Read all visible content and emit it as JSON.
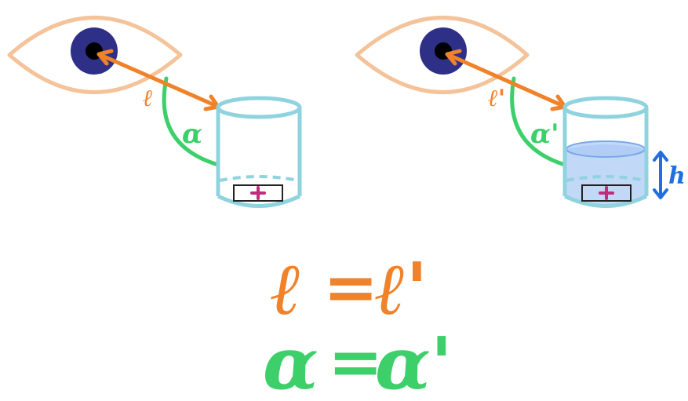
{
  "colors": {
    "eye_outline": "#f4c39a",
    "iris": "#2e2f86",
    "pupil": "#000000",
    "sight_line": "#f0822a",
    "angle_arc": "#3dcf6a",
    "cup_outline": "#8fd3df",
    "water": "#8fb8f0",
    "coin_box": "#222222",
    "coin_cross": "#c7297a",
    "height_marker": "#1f6fe0",
    "equation_l": "#f0822a",
    "equation_alpha": "#3dcf6a"
  },
  "left_setup": {
    "distance_label": "ℓ",
    "angle_label": "α"
  },
  "right_setup": {
    "distance_label": "ℓ'",
    "angle_label": "α'",
    "height_label": "h"
  },
  "equations": {
    "distance": {
      "lhs": "ℓ",
      "op": "=",
      "rhs": "ℓ'"
    },
    "angle": {
      "lhs": "α",
      "op": "=",
      "rhs": "α'"
    }
  }
}
